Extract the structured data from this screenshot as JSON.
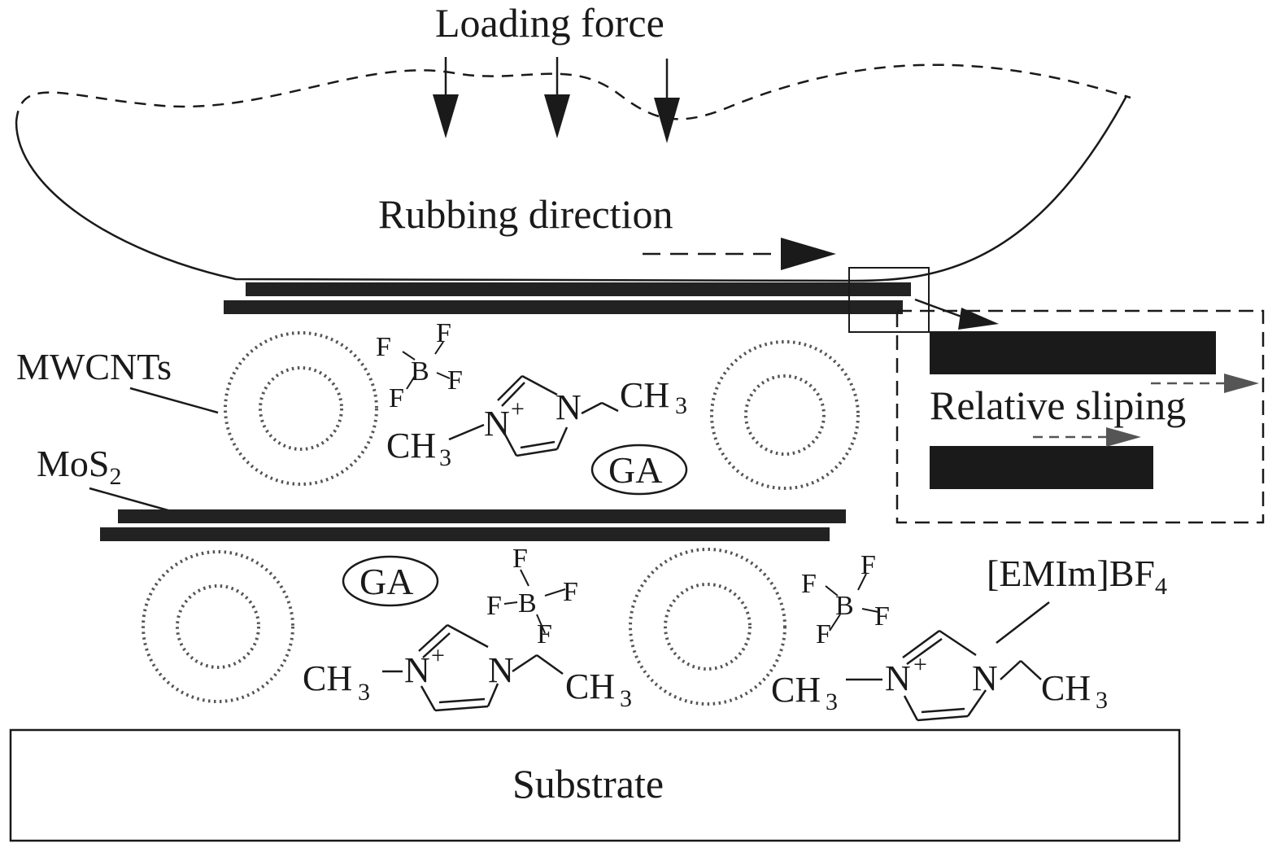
{
  "labels": {
    "loading_force": "Loading force",
    "rubbing_direction": "Rubbing direction",
    "relative_sliping": "Relative sliping",
    "mwcnts": "MWCNTs",
    "mos2": "MoS",
    "mos2_sub": "2",
    "ga": "GA",
    "emim": "[EMIm]BF",
    "emim_sub": "4",
    "substrate": "Substrate"
  },
  "chem": {
    "ch3": "CH",
    "ch3_sub": "3",
    "n": "N",
    "n_plus": "+",
    "b": "B",
    "f": "F"
  },
  "colors": {
    "ink": "#1a1a1a",
    "sheet": "#222222",
    "cnt": "#555555",
    "grey_arrow": "#555555"
  }
}
